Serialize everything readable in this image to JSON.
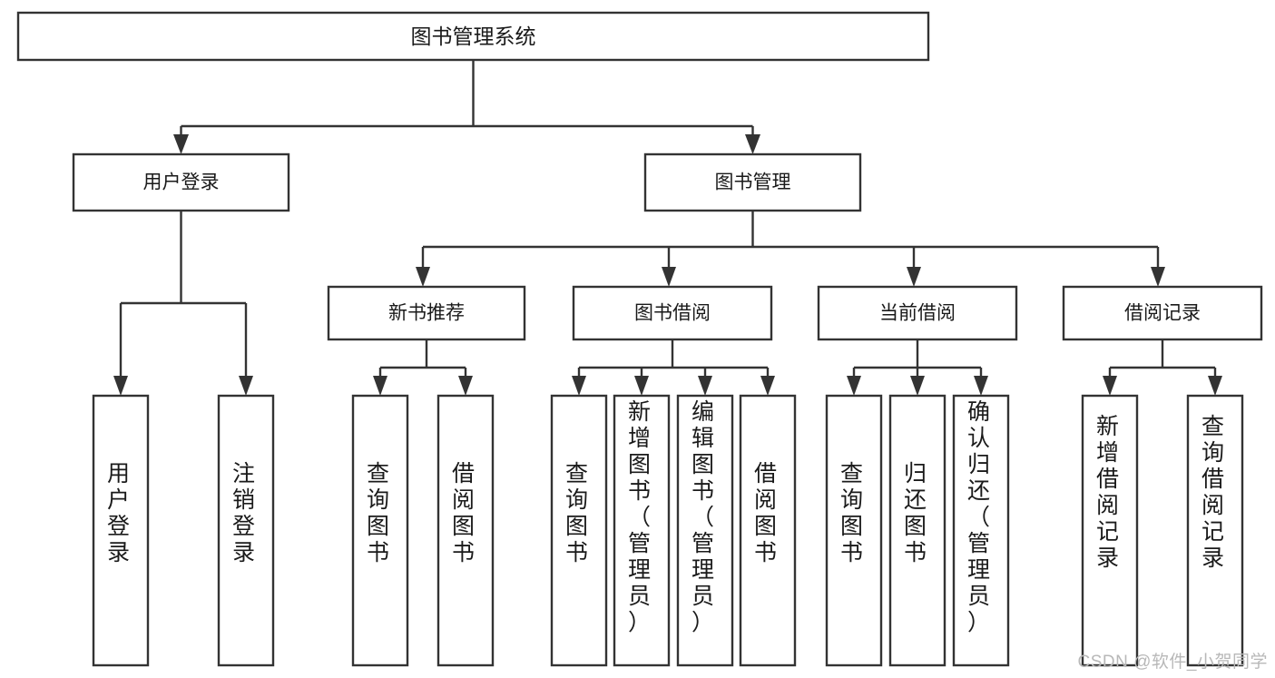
{
  "diagram": {
    "type": "hierarchy-tree",
    "title": "图书管理系统",
    "watermark": "CSDN @软件_小贺同学",
    "colors": {
      "stroke": "#333333",
      "box_fill": "#ffffff",
      "text": "#1a1a1a",
      "background": "#ffffff",
      "watermark": "#b8b8b8"
    },
    "nodes": {
      "root": {
        "label": "图书管理系统"
      },
      "level2": [
        {
          "label": "用户登录"
        },
        {
          "label": "图书管理"
        }
      ],
      "level3": [
        {
          "label": "新书推荐"
        },
        {
          "label": "图书借阅"
        },
        {
          "label": "当前借阅"
        },
        {
          "label": "借阅记录"
        }
      ],
      "leaves": {
        "user_login": [
          {
            "label": "用户登录"
          },
          {
            "label": "注销登录"
          }
        ],
        "new_book_recommend": [
          {
            "label": "查询图书"
          },
          {
            "label": "借阅图书"
          }
        ],
        "book_borrow": [
          {
            "label": "查询图书"
          },
          {
            "label": "新增图书（管理员）"
          },
          {
            "label": "编辑图书（管理员）"
          },
          {
            "label": "借阅图书"
          }
        ],
        "current_borrow": [
          {
            "label": "查询图书"
          },
          {
            "label": "归还图书"
          },
          {
            "label": "确认归还（管理员）"
          }
        ],
        "borrow_record": [
          {
            "label": "新增借阅记录"
          },
          {
            "label": "查询借阅记录"
          }
        ]
      }
    }
  }
}
